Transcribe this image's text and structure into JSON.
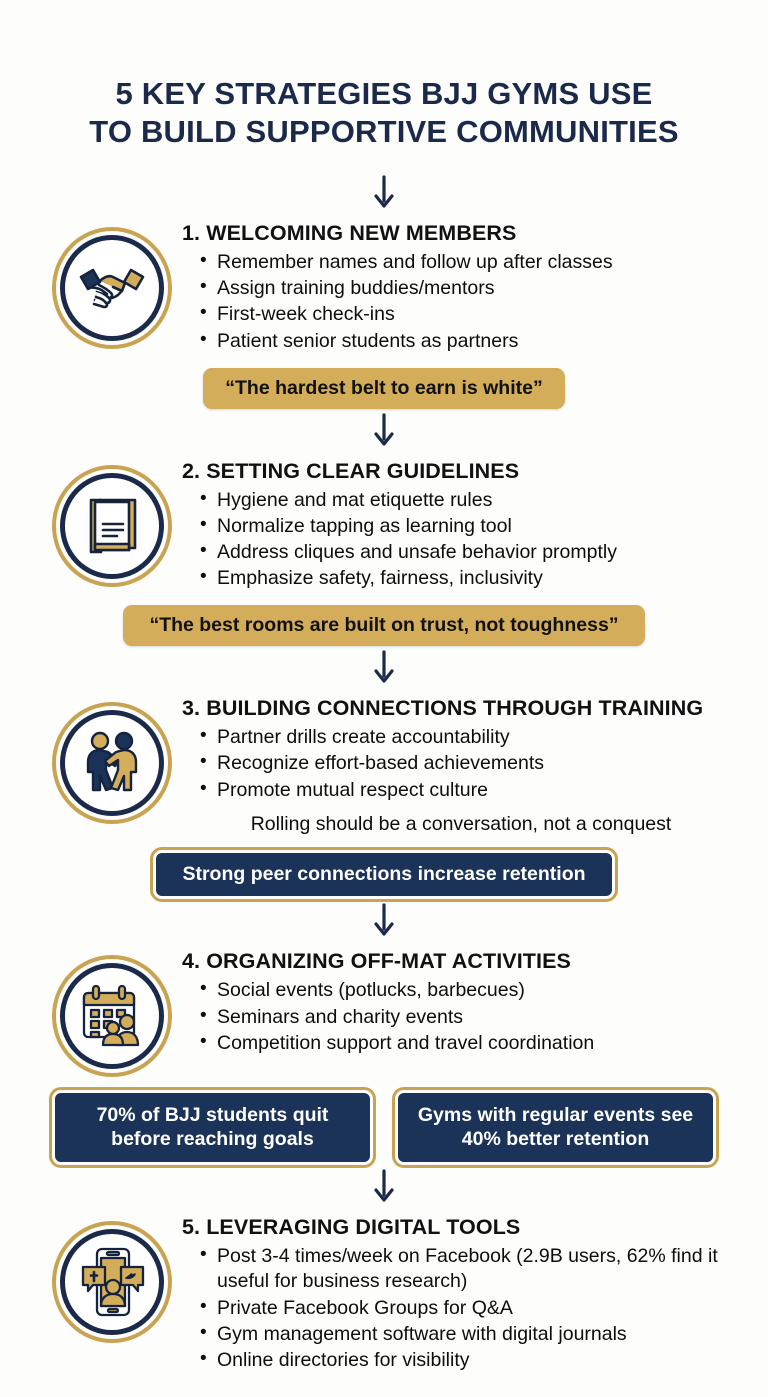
{
  "colors": {
    "navy": "#1b2a4a",
    "navy_box": "#1b3259",
    "gold": "#d3ad59",
    "gold_border": "#c9a352",
    "background": "#fdfdfc",
    "text": "#0d0d0d"
  },
  "title": "5 KEY STRATEGIES BJJ GYMS USE\nTO BUILD SUPPORTIVE COMMUNITIES",
  "sections": [
    {
      "icon": "handshake-icon",
      "heading": "1. WELCOMING NEW MEMBERS",
      "bullets": [
        "Remember names and follow up after classes",
        "Assign training buddies/mentors",
        "First-week check-ins",
        "Patient senior students as partners"
      ],
      "quote": "“The hardest belt to earn is white”"
    },
    {
      "icon": "book-icon",
      "heading": "2. SETTING CLEAR GUIDELINES",
      "bullets": [
        "Hygiene and mat etiquette rules",
        "Normalize tapping as learning tool",
        "Address cliques and unsafe behavior promptly",
        "Emphasize safety, fairness, inclusivity"
      ],
      "quote": "“The best rooms are built on trust, not toughness”"
    },
    {
      "icon": "grappling-partners-icon",
      "heading": "3. BUILDING CONNECTIONS THROUGH TRAINING",
      "bullets": [
        "Partner drills create accountability",
        "Recognize effort-based achievements",
        "Promote mutual respect culture"
      ],
      "note": "Rolling should be a conversation, not a conquest",
      "stat": "Strong peer connections increase retention"
    },
    {
      "icon": "calendar-people-icon",
      "heading": "4. ORGANIZING OFF-MAT ACTIVITIES",
      "bullets": [
        "Social events (potlucks, barbecues)",
        "Seminars and charity events",
        "Competition support and travel coordination"
      ],
      "stats": [
        "70% of BJJ students quit before reaching goals",
        "Gyms with regular events see 40% better retention"
      ]
    },
    {
      "icon": "smartphone-social-icon",
      "heading": "5. LEVERAGING DIGITAL TOOLS",
      "bullets": [
        "Post 3-4 times/week on Facebook (2.9B users, 62% find it useful for business research)",
        "Private Facebook Groups for Q&A",
        "Gym management software with digital journals",
        "Online directories for visibility"
      ]
    }
  ]
}
